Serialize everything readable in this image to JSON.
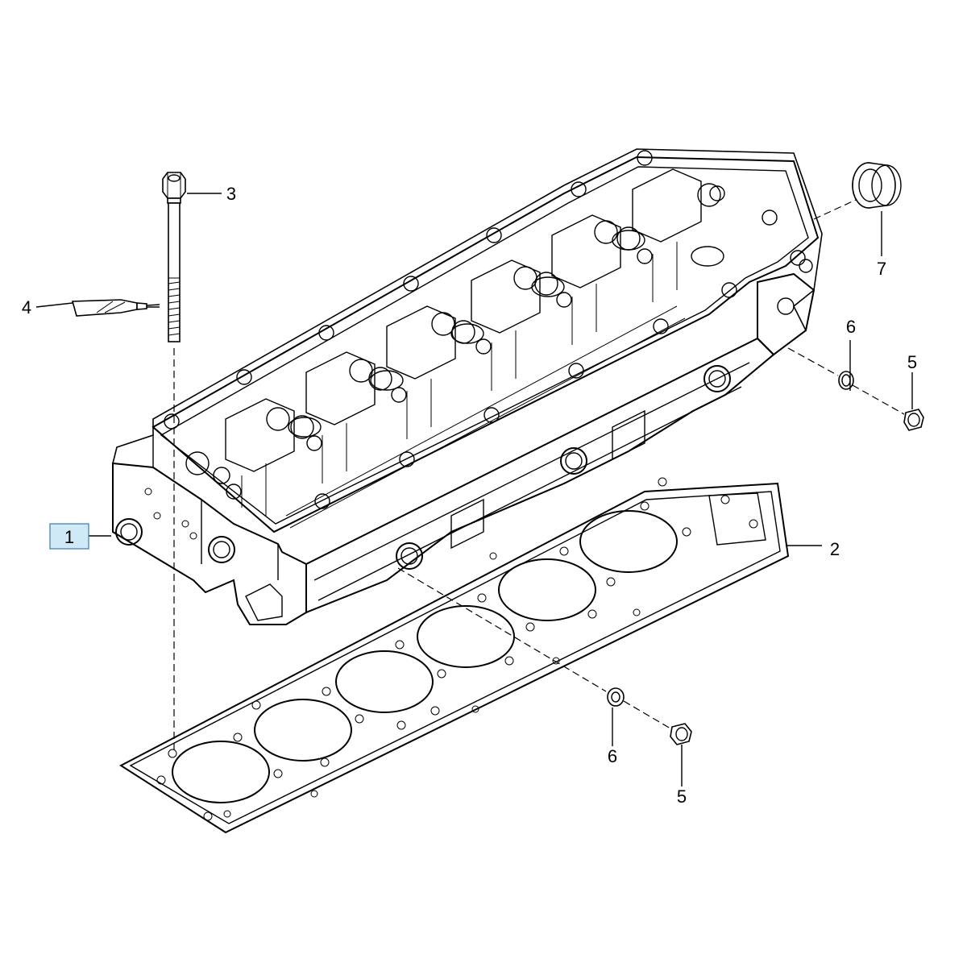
{
  "callouts": [
    {
      "id": "part-1",
      "text": "1",
      "highlighted": true
    },
    {
      "id": "part-2",
      "text": "2"
    },
    {
      "id": "part-3",
      "text": "3"
    },
    {
      "id": "part-4",
      "text": "4"
    },
    {
      "id": "part-5-upper",
      "text": "5"
    },
    {
      "id": "part-5-lower",
      "text": "5"
    },
    {
      "id": "part-6-upper",
      "text": "6"
    },
    {
      "id": "part-6-lower",
      "text": "6"
    },
    {
      "id": "part-7",
      "text": "7"
    }
  ],
  "colors": {
    "line": "#000000",
    "highlight_fill": "#cfe9f7",
    "highlight_border": "#3a7ca5",
    "background": "#ffffff"
  }
}
